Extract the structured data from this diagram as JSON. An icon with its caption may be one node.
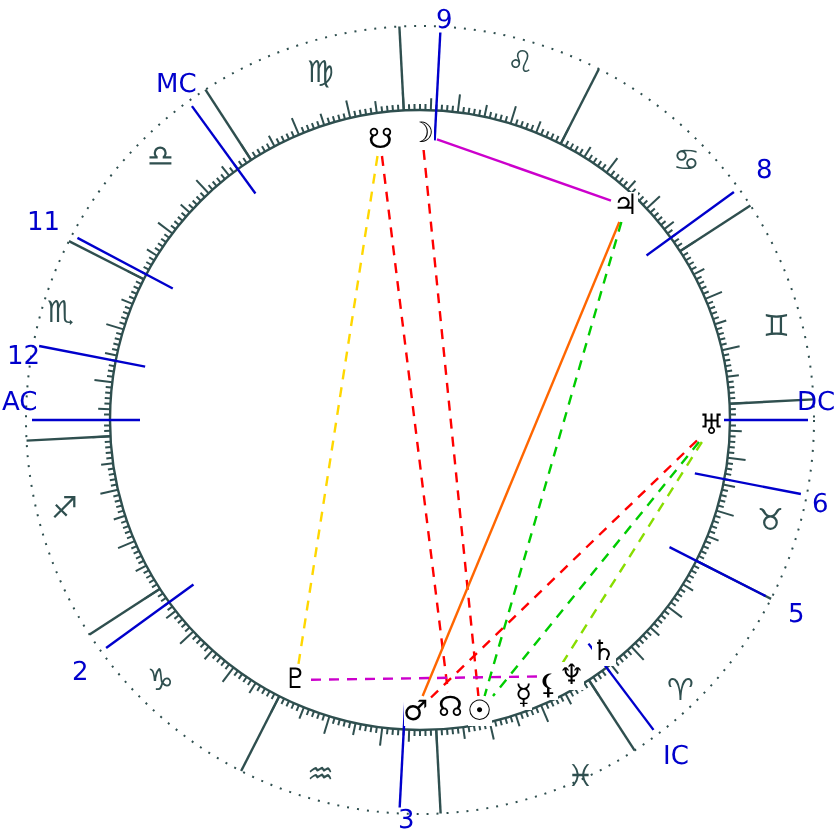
{
  "diagram": {
    "nodes": [
      {
        "text": [
          "☋"
        ]
      },
      {
        "text": [
          "☽"
        ]
      },
      {
        "text": [
          "♃"
        ]
      },
      {
        "text": [
          "♅"
        ]
      },
      {
        "text": [
          "♇"
        ]
      },
      {
        "text": [
          "♂"
        ]
      },
      {
        "text": [
          "☊"
        ]
      },
      {
        "text": [
          "☉"
        ]
      },
      {
        "text": [
          "☿"
        ]
      },
      {
        "text": [
          "⚸"
        ]
      },
      {
        "text": [
          "♆"
        ]
      },
      {
        "text": [
          "♄"
        ]
      }
    ],
    "edges": [
      {
        "from": 1,
        "to": 2,
        "arrow": "none",
        "color": "#cc00cc"
      },
      {
        "from": 0,
        "to": 4,
        "arrow": "none",
        "style": "dashed",
        "color": "#ffd700"
      },
      {
        "from": 0,
        "to": 6,
        "arrow": "none",
        "style": "dashed",
        "color": "#ff0000"
      },
      {
        "from": 1,
        "to": 7,
        "arrow": "none",
        "style": "dashed",
        "color": "#ff0000"
      },
      {
        "from": 2,
        "to": 5,
        "arrow": "none",
        "color": "#ff6600"
      },
      {
        "from": 2,
        "to": 7,
        "arrow": "none",
        "style": "dashed",
        "color": "#00cc00"
      },
      {
        "from": 3,
        "to": 5,
        "arrow": "none",
        "style": "dashed",
        "color": "#ff0000"
      },
      {
        "from": 3,
        "to": 7,
        "arrow": "none",
        "style": "dashed",
        "color": "#00cc00"
      },
      {
        "from": 3,
        "to": 9,
        "arrow": "none",
        "style": "dashed",
        "color": "#88dd00"
      },
      {
        "from": 4,
        "to": 10,
        "arrow": "none",
        "style": "dashed",
        "color": "#cc00cc"
      }
    ],
    "labels": [
      "9",
      "♍",
      "♌",
      "MC",
      "♎",
      "8",
      "♋",
      "11",
      "♊",
      "12",
      "♏",
      "AC",
      "DC",
      "♐",
      "6",
      "♉",
      "5",
      "2",
      "♑",
      "♈",
      "IC",
      "♒",
      "♓",
      "3"
    ]
  }
}
